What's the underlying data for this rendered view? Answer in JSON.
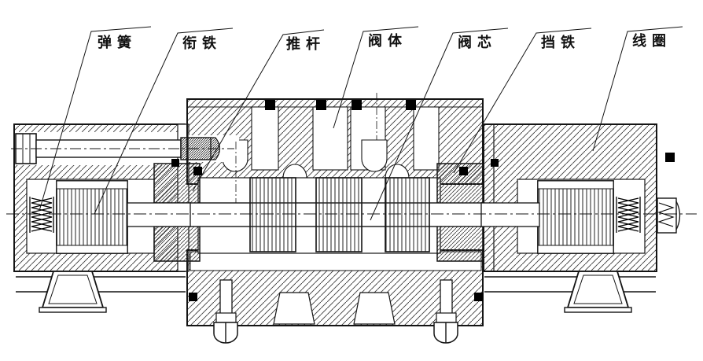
{
  "figure": {
    "kind": "sectional engineering drawing of a solenoid directional valve",
    "background": "#ffffff",
    "ink": "#141414",
    "labels": [
      {
        "text": "弹簧"
      },
      {
        "text": "衔铁"
      },
      {
        "text": "推杆"
      },
      {
        "text": "阀体"
      },
      {
        "text": "阀芯"
      },
      {
        "text": "挡铁"
      },
      {
        "text": "线圈"
      }
    ]
  }
}
